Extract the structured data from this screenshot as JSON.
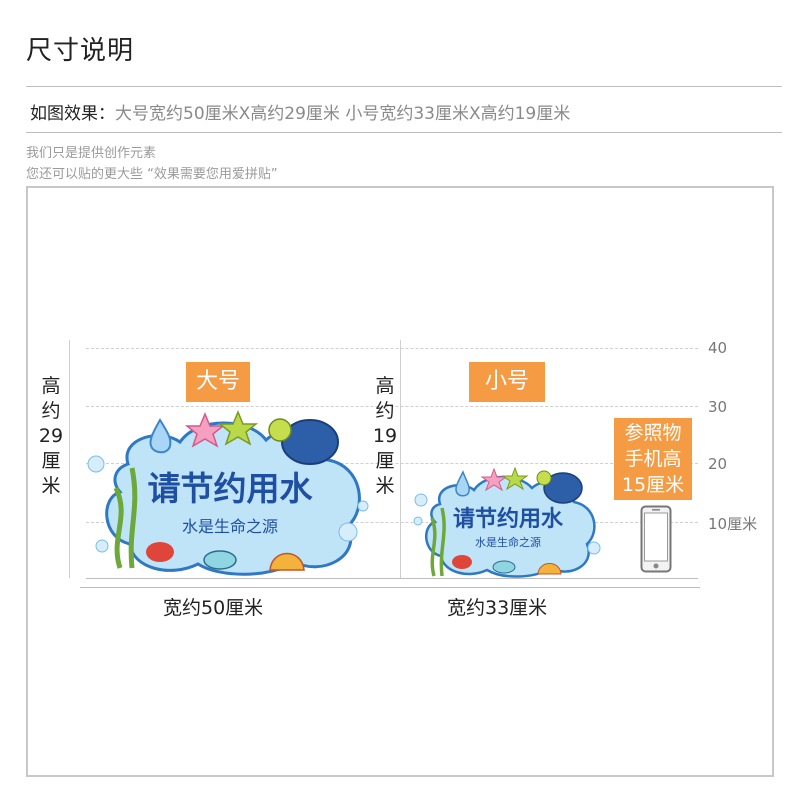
{
  "header": {
    "title": "尺寸说明",
    "spec_label": "如图效果：",
    "spec_value": "大号宽约50厘米X高约29厘米  小号宽约33厘米X高约19厘米",
    "note_line1": "我们只是提供创作元素",
    "note_line2": "您还可以贴的更大些   “效果需要您用爱拼贴”"
  },
  "large": {
    "badge": "大号",
    "height_label": [
      "高",
      "约",
      "29",
      "厘",
      "米"
    ],
    "width_label": "宽约50厘米",
    "sign_title": "请节约用水",
    "sign_subtitle": "水是生命之源"
  },
  "small": {
    "badge": "小号",
    "height_label": [
      "高",
      "约",
      "19",
      "厘",
      "米"
    ],
    "width_label": "宽约33厘米",
    "sign_title": "请节约用水",
    "sign_subtitle": "水是生命之源"
  },
  "reference": {
    "label_lines": [
      "参照物",
      "手机高",
      "15厘米"
    ],
    "icon": "phone-icon"
  },
  "scale": {
    "ticks": [
      "40",
      "30",
      "20",
      "10厘米"
    ]
  },
  "colors": {
    "badge": "#f59b43",
    "sign_fill": "#bfe3f7",
    "sign_border": "#2f78c4",
    "sign_text": "#1f4fa3"
  }
}
